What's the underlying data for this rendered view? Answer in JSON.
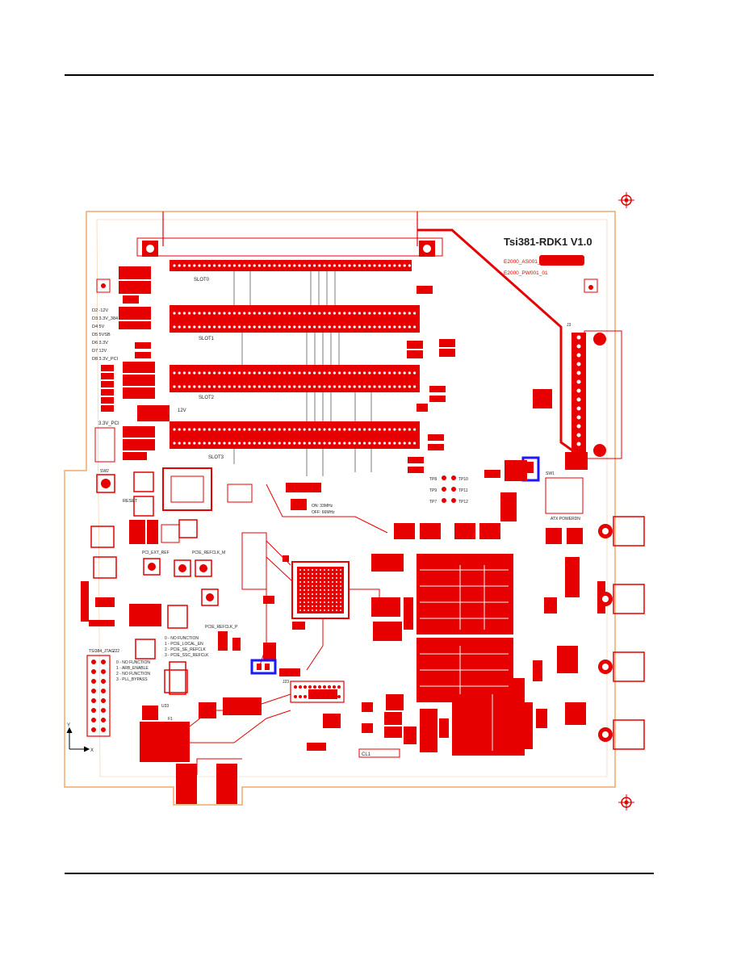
{
  "board": {
    "title": "Tsi381-RDK1  V1.0",
    "sub1": "E2000_AS001_",
    "sub2": "E2000_PW001_01"
  },
  "slots": {
    "slot0": "SLOT0",
    "slot1": "SLOT1",
    "slot2": "SLOT2",
    "slot3": "SLOT3"
  },
  "leds": {
    "d2": "D2 -12V",
    "d3": "D3 3.3V_384",
    "d4": "D4 5V",
    "d5": "D5 5VSB",
    "d6": "D6 3.3V",
    "d7": "D7 12V",
    "d8": "D8 3.3V_PCI"
  },
  "labels": {
    "v33_pci": "3.3V_PCI",
    "v12": "12V",
    "reset": "RESET",
    "sw2": "SW2",
    "pci_ext_ref": "PCI_EXT_REF",
    "pcie_refclk_m": "PCIE_REFCLK_M",
    "pcie_refclk_p": "PCIE_REFCLK_P",
    "atx_powerdn": "ATX POWERDN",
    "tsi384_jtag": "TSI384_JTAG",
    "cl1": "CL1",
    "on33": "ON:  33MHz",
    "off66": "OFF: 66MHz",
    "sw1": "SW1",
    "j3": "J3",
    "j22": "J22",
    "j23": "J23",
    "u33": "U33",
    "f1": "F1",
    "x": "X",
    "y": "Y",
    "tp10": "TP10",
    "tp11": "TP11",
    "tp12": "TP12",
    "tp8": "TP8",
    "tp9": "TP9",
    "tp7": "TP7"
  },
  "legend": {
    "l0": "0 - NO FUNCTION",
    "l1": "1 - PCIE_LOCAL_EN",
    "l2": "2 - PCIE_SE_REFCLK",
    "l3": "3 - PCIE_SSC_REFCLK",
    "m0": "0 - NO FUNCTION",
    "m1": "1 - ARB_ENABLE",
    "m2": "2 - NO FUNCTION",
    "m3": "3 - PLL_BYPASS"
  },
  "colors": {
    "copper": "#e60000",
    "outline": "#f0a868",
    "highlight": "#1a1aff",
    "silk": "#222222"
  }
}
